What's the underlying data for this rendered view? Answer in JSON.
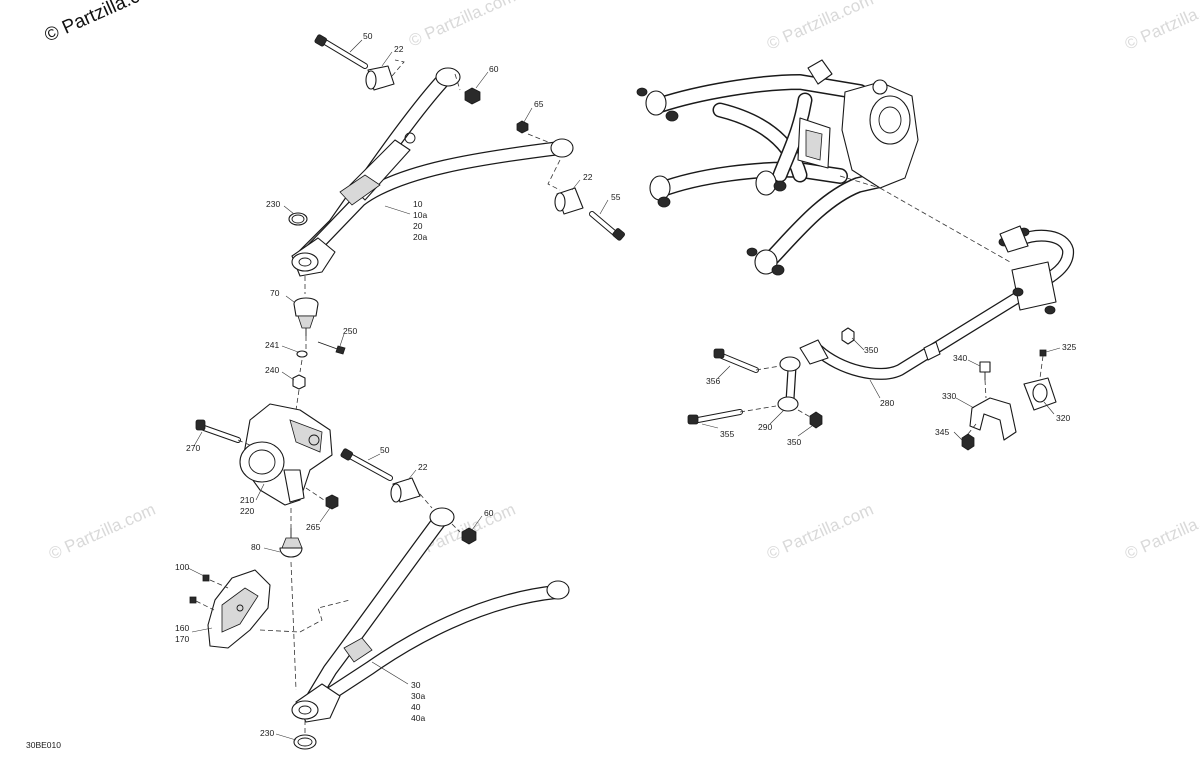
{
  "watermark": {
    "main": "© Partzilla.c",
    "repeat": "© Partzilla.com"
  },
  "diagram_code": "30BE010",
  "callouts": {
    "upper_arm": {
      "c50": "50",
      "c22a": "22",
      "c60": "60",
      "c65": "65",
      "c22b": "22",
      "c55": "55",
      "c230": "230",
      "c10": "10",
      "c10a": "10a",
      "c20": "20",
      "c20a": "20a"
    },
    "balljoint_upper": {
      "c70": "70",
      "c250": "250",
      "c241": "241",
      "c240": "240"
    },
    "knuckle": {
      "c270": "270",
      "c210": "210",
      "c220": "220",
      "c265": "265",
      "c80": "80"
    },
    "lower_arm": {
      "c50": "50",
      "c22": "22",
      "c60": "60",
      "c30": "30",
      "c30a": "30a",
      "c40": "40",
      "c40a": "40a",
      "c230": "230"
    },
    "guard": {
      "c100": "100",
      "c160": "160",
      "c170": "170"
    },
    "sway_bar": {
      "c356": "356",
      "c350a": "350",
      "c280": "280",
      "c355": "355",
      "c290": "290",
      "c350b": "350",
      "c340": "340",
      "c325": "325",
      "c330": "330",
      "c320": "320",
      "c345": "345"
    }
  }
}
